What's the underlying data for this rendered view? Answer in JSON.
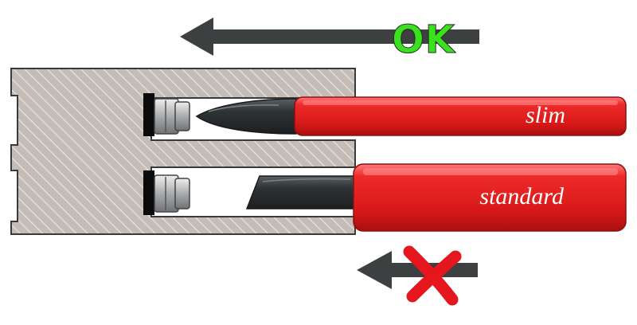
{
  "labels": {
    "ok": "OK",
    "slim": "slim",
    "standard": "standard"
  },
  "colors": {
    "block": "#c4bcb6",
    "hatch": "#ede8e3",
    "outline": "#3a3a3a",
    "handle_red": "#e41e1e",
    "handle_highlight": "#ff6b6b",
    "arrow_gray": "#3d4040",
    "ok_green": "#39e21d",
    "cross_red": "#e5161d",
    "screw_metal": "#b7b9bc",
    "blade_dark": "#2f3437",
    "gasket_black": "#0b0b0b"
  },
  "icons": {
    "ok_arrow": "arrow-left-icon",
    "blocked_arrow": "arrow-left-icon",
    "cross": "cross-icon"
  }
}
